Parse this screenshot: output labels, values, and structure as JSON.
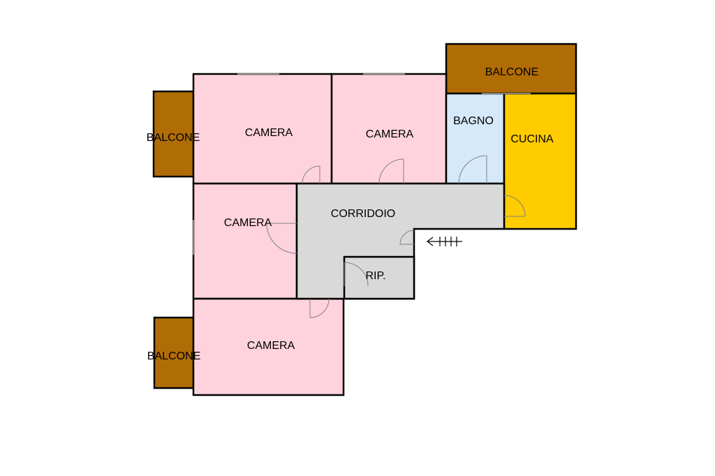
{
  "colors": {
    "camera": "#ffd3dd",
    "balcone": "#b06d05",
    "bagno": "#d6e9fb",
    "cucina": "#ffcc00",
    "corridoio": "#d9d9d9",
    "rip": "#d9d9d9",
    "wall": "#000000",
    "door": "#808080"
  },
  "rooms": {
    "camera_top_left": "CAMERA",
    "camera_top_right": "CAMERA",
    "camera_mid_left": "CAMERA",
    "camera_bottom": "CAMERA",
    "balcone_left_top": "BALCONE",
    "balcone_left_bottom": "BALCONE",
    "balcone_top_right": "BALCONE",
    "bagno": "BAGNO",
    "cucina": "CUCINA",
    "corridoio": "CORRIDOIO",
    "rip": "RIP."
  },
  "entrance_icon": "entrance-arrow-icon"
}
